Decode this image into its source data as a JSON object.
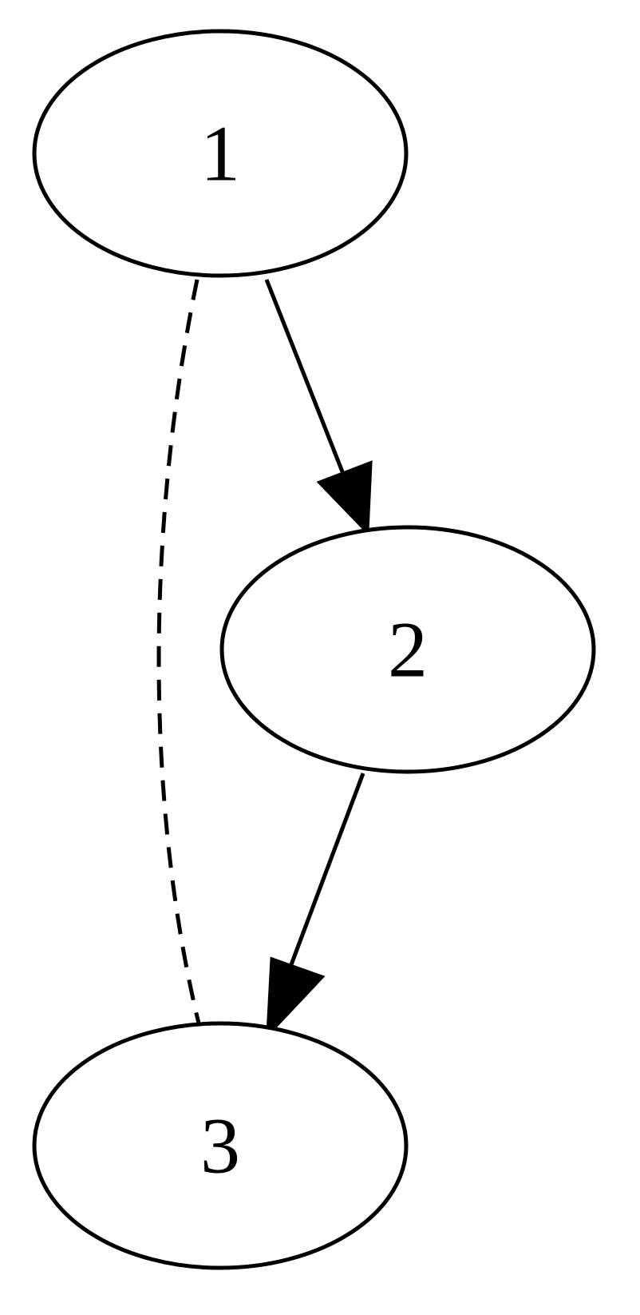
{
  "graph": {
    "nodes": [
      {
        "id": "1",
        "label": "1"
      },
      {
        "id": "2",
        "label": "2"
      },
      {
        "id": "3",
        "label": "3"
      }
    ],
    "edges": [
      {
        "from": "1",
        "to": "2",
        "style": "solid",
        "arrow": true
      },
      {
        "from": "2",
        "to": "3",
        "style": "solid",
        "arrow": true
      },
      {
        "from": "1",
        "to": "3",
        "style": "dashed",
        "arrow": false
      }
    ],
    "colors": {
      "stroke": "#000000",
      "fill": "#ffffff",
      "background": "#ffffff"
    }
  }
}
